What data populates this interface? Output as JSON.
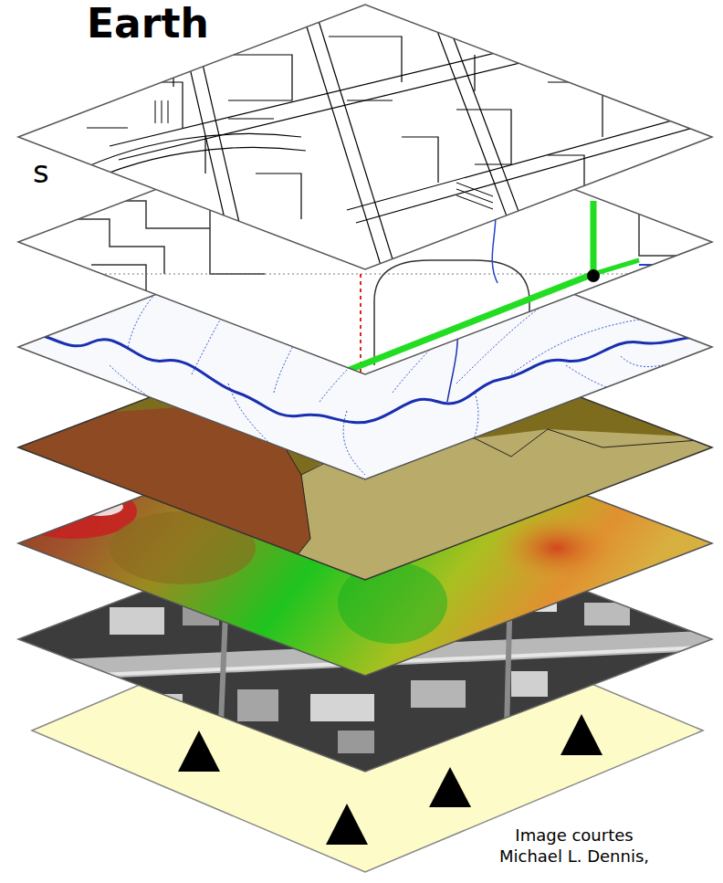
{
  "diagram": {
    "title": "Earth",
    "caption": "Image courtes Michael L. Dennis,",
    "labels": [
      "s"
    ]
  }
}
